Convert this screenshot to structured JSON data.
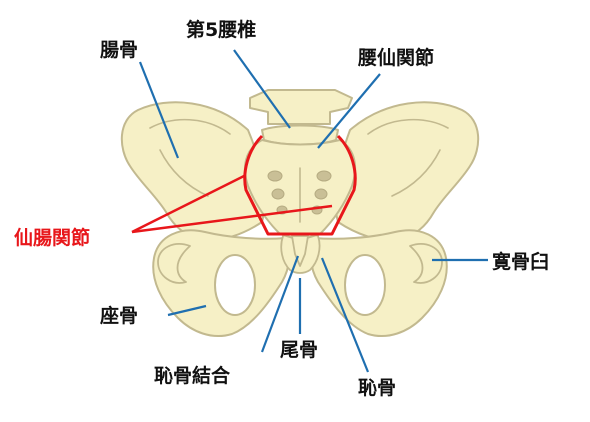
{
  "colors": {
    "bone_fill": "#f6f0c6",
    "bone_outline": "#c2b98f",
    "leader_line": "#1f6fb0",
    "highlight": "#e8171b",
    "label_text": "#111111"
  },
  "labels": {
    "ilium": "腸骨",
    "lumbar5": "第5腰椎",
    "lumbosacral_joint": "腰仙関節",
    "sacroiliac_joint": "仙腸関節",
    "acetabulum": "寛骨臼",
    "ischium": "座骨",
    "coccyx": "尾骨",
    "pubic_symphysis": "恥骨結合",
    "pubis": "恥骨"
  }
}
